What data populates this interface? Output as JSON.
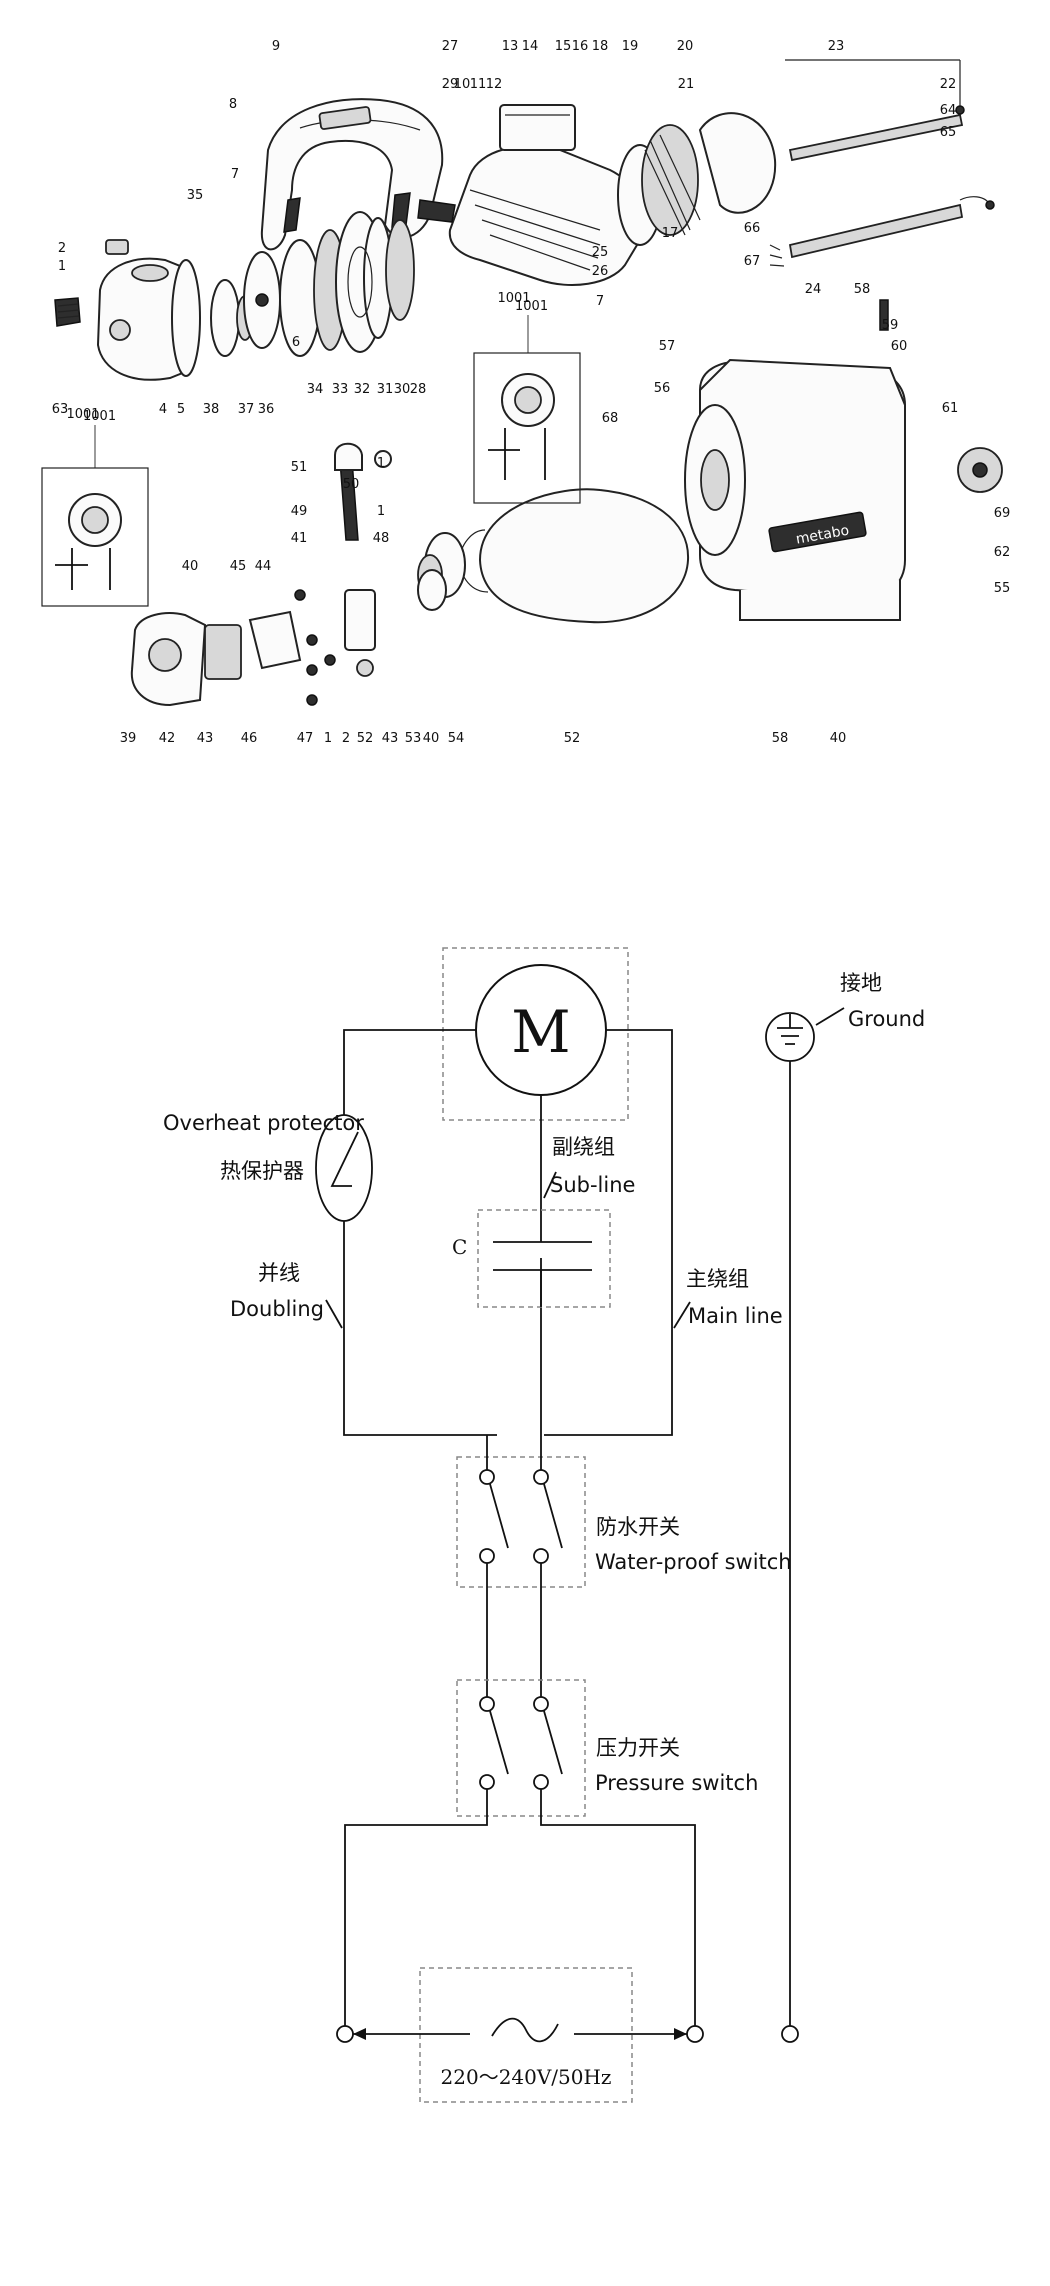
{
  "exploded_view": {
    "callouts": [
      "9",
      "8",
      "7",
      "35",
      "2",
      "1",
      "63",
      "4",
      "5",
      "38",
      "37",
      "36",
      "6",
      "34",
      "33",
      "32",
      "31",
      "30",
      "28",
      "29",
      "10",
      "11",
      "12",
      "13",
      "14",
      "15",
      "16",
      "18",
      "19",
      "20",
      "21",
      "22",
      "64",
      "65",
      "23",
      "27",
      "17",
      "25",
      "26",
      "7",
      "66",
      "67",
      "24",
      "58",
      "59",
      "60",
      "57",
      "56",
      "61",
      "68",
      "69",
      "62",
      "55",
      "1001",
      "1001",
      "51",
      "1",
      "50",
      "49",
      "1",
      "41",
      "48",
      "45",
      "44",
      "40",
      "39",
      "42",
      "43",
      "46",
      "47",
      "1",
      "2",
      "52",
      "43",
      "53",
      "40",
      "54",
      "52",
      "58",
      "40"
    ],
    "inset_label_left": "1001",
    "inset_label_center": "1001",
    "brand_mark": "metabo"
  },
  "wiring_diagram": {
    "motor_label": "M",
    "capacitor_label": "C",
    "overheat_protector_en": "Overheat protector",
    "overheat_protector_zh": "热保护器",
    "sub_line_zh": "副绕组",
    "sub_line_en": "Sub-line",
    "doubling_zh": "并线",
    "doubling_en": "Doubling",
    "main_line_zh": "主绕组",
    "main_line_en": "Main line",
    "ground_zh": "接地",
    "ground_en": "Ground",
    "waterproof_switch_zh": "防水开关",
    "waterproof_switch_en": "Water-proof switch",
    "pressure_switch_zh": "压力开关",
    "pressure_switch_en": "Pressure switch",
    "supply_label": "220～240V/50Hz"
  }
}
